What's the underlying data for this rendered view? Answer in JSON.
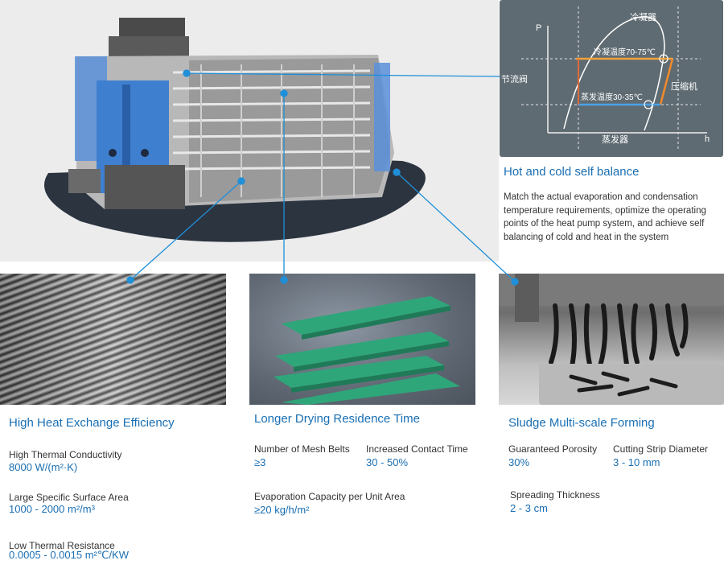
{
  "diagram": {
    "ph_chart": {
      "axis_p": "P",
      "axis_h": "h",
      "condenser": "冷凝器",
      "condensing_temp": "冷凝温度70-75℃",
      "throttle_valve": "节流阀",
      "compressor": "压缩机",
      "evaporating_temp": "蒸发温度30-35℃",
      "evaporator": "蒸发器"
    }
  },
  "balance": {
    "title": "Hot and cold self balance",
    "description": "Match the actual evaporation and condensation temperature requirements, optimize the operating points of the heat pump system, and achieve self balancing of cold and heat in the system"
  },
  "heat_exchange": {
    "title": "High Heat Exchange Efficiency",
    "specs": [
      {
        "label": "High Thermal Conductivity",
        "value": "8000 W/(m²·K)"
      },
      {
        "label": "Large Specific Surface Area",
        "value": "1000 - 2000 m²/m³"
      },
      {
        "label": "Low Thermal Resistance",
        "value": "0.0005 - 0.0015 m²℃/KW"
      }
    ]
  },
  "drying": {
    "title": "Longer Drying Residence Time",
    "specs": [
      {
        "label": "Number of Mesh Belts",
        "value": "≥3"
      },
      {
        "label": "Increased Contact Time",
        "value": "30 - 50%"
      },
      {
        "label": "Evaporation Capacity per Unit Area",
        "value": "≥20 kg/h/m²"
      }
    ]
  },
  "sludge": {
    "title": "Sludge Multi-scale Forming",
    "specs": [
      {
        "label": "Guaranteed Porosity",
        "value": "30%"
      },
      {
        "label": "Cutting Strip Diameter",
        "value": "3 - 10 mm"
      },
      {
        "label": "Spreading Thickness",
        "value": "2 - 3 cm"
      }
    ]
  },
  "colors": {
    "accent": "#1a6fb3",
    "connector": "#1f8fd8",
    "belt_green": "#2fa67a",
    "plate_blue": "#3f7fd0"
  }
}
